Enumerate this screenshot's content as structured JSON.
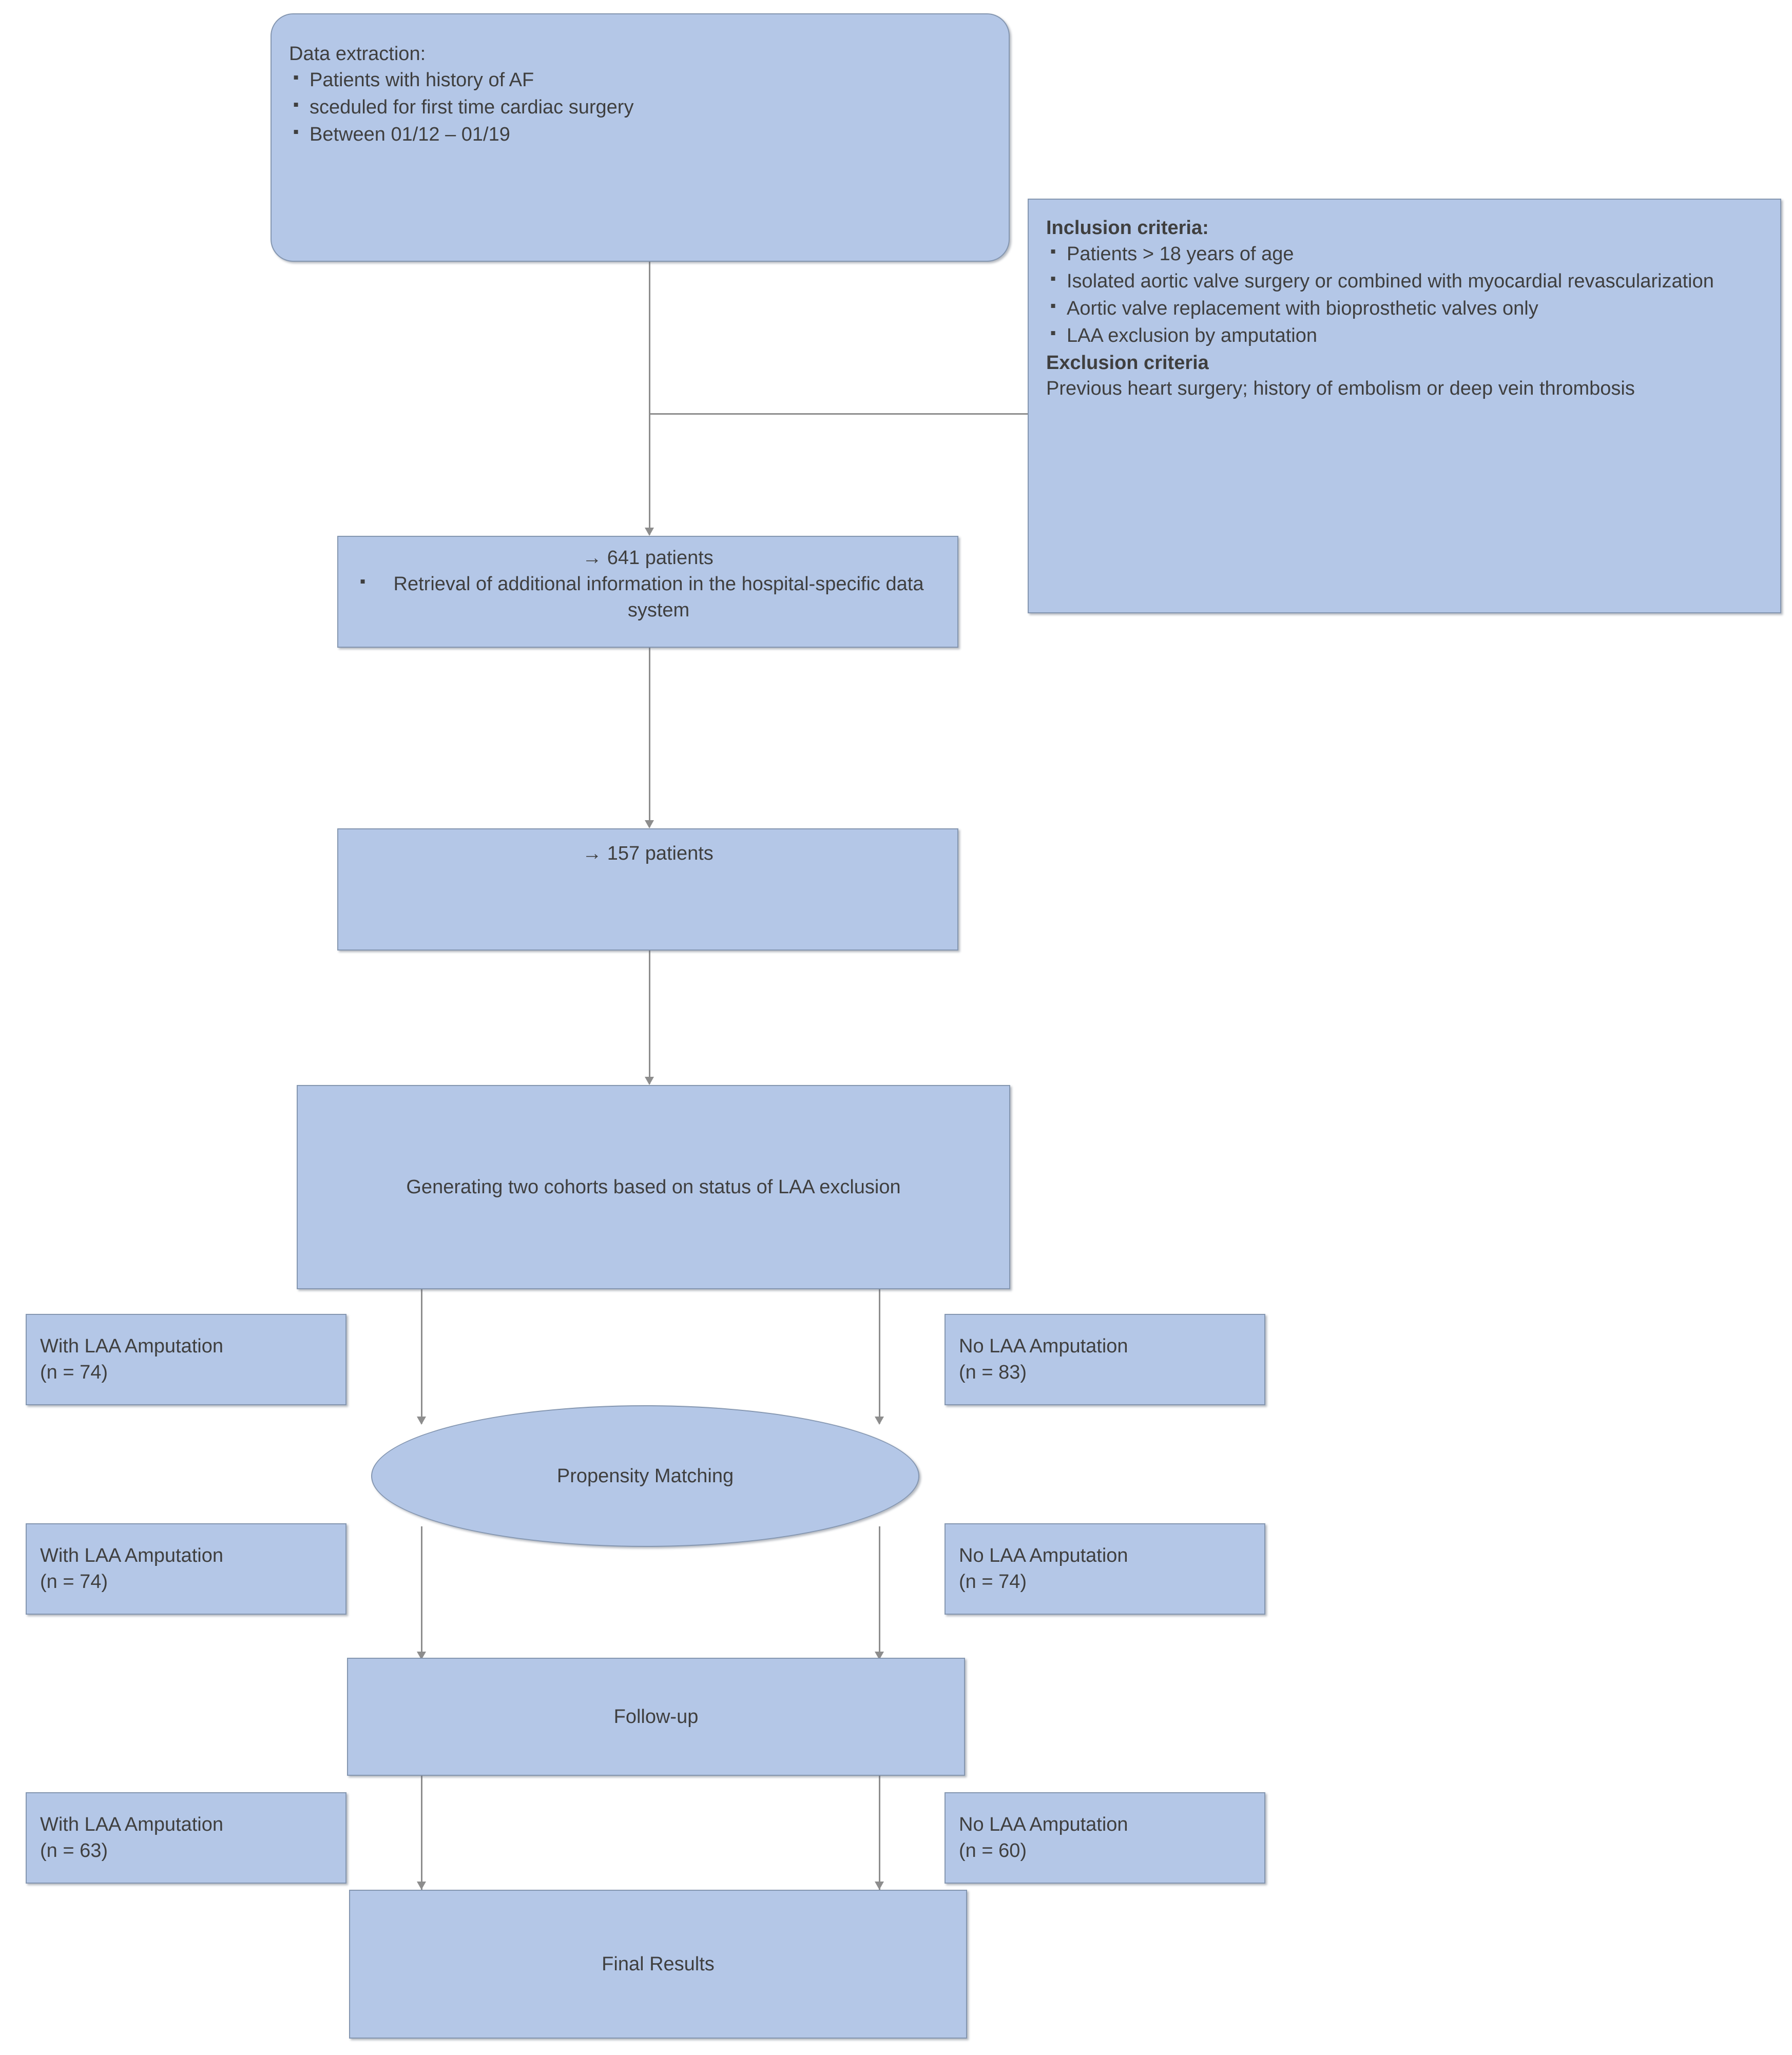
{
  "diagram": {
    "title": "Study flow diagram: LAA amputation cohort selection",
    "accent_fill": "#b4c7e7",
    "accent_border": "#8496b0",
    "connector_color": "#8d8d8d",
    "text_color": "#3f3f3f"
  },
  "nodes": {
    "data_extraction": {
      "heading": "Data extraction:",
      "bullets": [
        "Patients with history of AF",
        "sceduled for first time cardiac surgery",
        "Between 01/12 – 01/19"
      ]
    },
    "criteria": {
      "inclusion_heading": "Inclusion criteria:",
      "inclusion_bullets": [
        "Patients > 18 years of age",
        "Isolated aortic valve surgery or combined with myocardial revascularization",
        "Aortic valve replacement with bioprosthetic valves only",
        "LAA exclusion by amputation"
      ],
      "exclusion_heading": "Exclusion criteria",
      "exclusion_text": "Previous heart surgery; history of embolism or deep vein thrombosis"
    },
    "patients_641": {
      "headline": "→ 641 patients",
      "bullets": [
        "Retrieval of additional information in the hospital-specific data system"
      ]
    },
    "patients_157": {
      "headline": "→ 157 patients"
    },
    "cohort_generation": {
      "label": "Generating two cohorts based on status of LAA exclusion"
    },
    "cohort_with_pre": {
      "label": "With LAA Amputation",
      "count": "(n = 74)"
    },
    "cohort_no_pre": {
      "label": "No LAA Amputation",
      "count": "(n = 83)"
    },
    "propensity_matching": {
      "label": "Propensity Matching"
    },
    "cohort_with_matched": {
      "label": "With LAA Amputation",
      "count": "(n = 74)"
    },
    "cohort_no_matched": {
      "label": "No LAA Amputation",
      "count": "(n = 74)"
    },
    "followup": {
      "label": "Follow-up"
    },
    "cohort_with_followup": {
      "label": "With LAA Amputation",
      "count": "(n = 63)"
    },
    "cohort_no_followup": {
      "label": "No LAA Amputation",
      "count": "(n = 60)"
    },
    "final_results": {
      "label": "Final Results"
    }
  }
}
